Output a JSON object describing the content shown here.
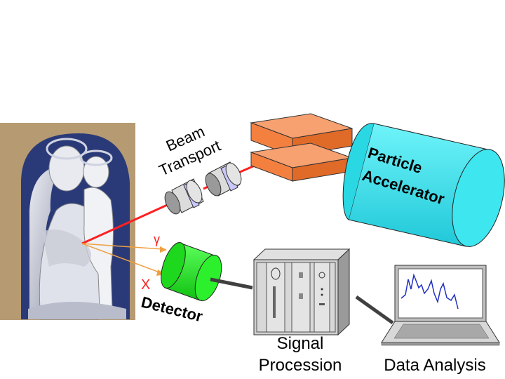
{
  "labels": {
    "beam_line1": "Beam",
    "beam_line2": "Transport",
    "accelerator_line1": "Particle",
    "accelerator_line2": "Accelerator",
    "gamma": "γ",
    "xray": "X",
    "detector": "Detector",
    "signal_line1": "Signal",
    "signal_line2": "Procession",
    "data_analysis": "Data Analysis"
  },
  "colors": {
    "beam": "#ff2020",
    "emission": "#f0a040",
    "accelerator": "#33e6f0",
    "magnet": "#f48040",
    "quadrupole": "#c8c8ff",
    "detector": "#22ee22",
    "cable": "#404040",
    "screen_plot": "#2030c0"
  },
  "icons": {
    "sculpture": "madonna-and-child-relief",
    "accelerator": "cylinder-shape",
    "magnet": "dipole-magnet-blocks",
    "quadrupoles": "quadrupole-lens-pair",
    "detector": "detector-cylinder",
    "electronics": "nim-crate-rack",
    "computer": "laptop-computer"
  }
}
